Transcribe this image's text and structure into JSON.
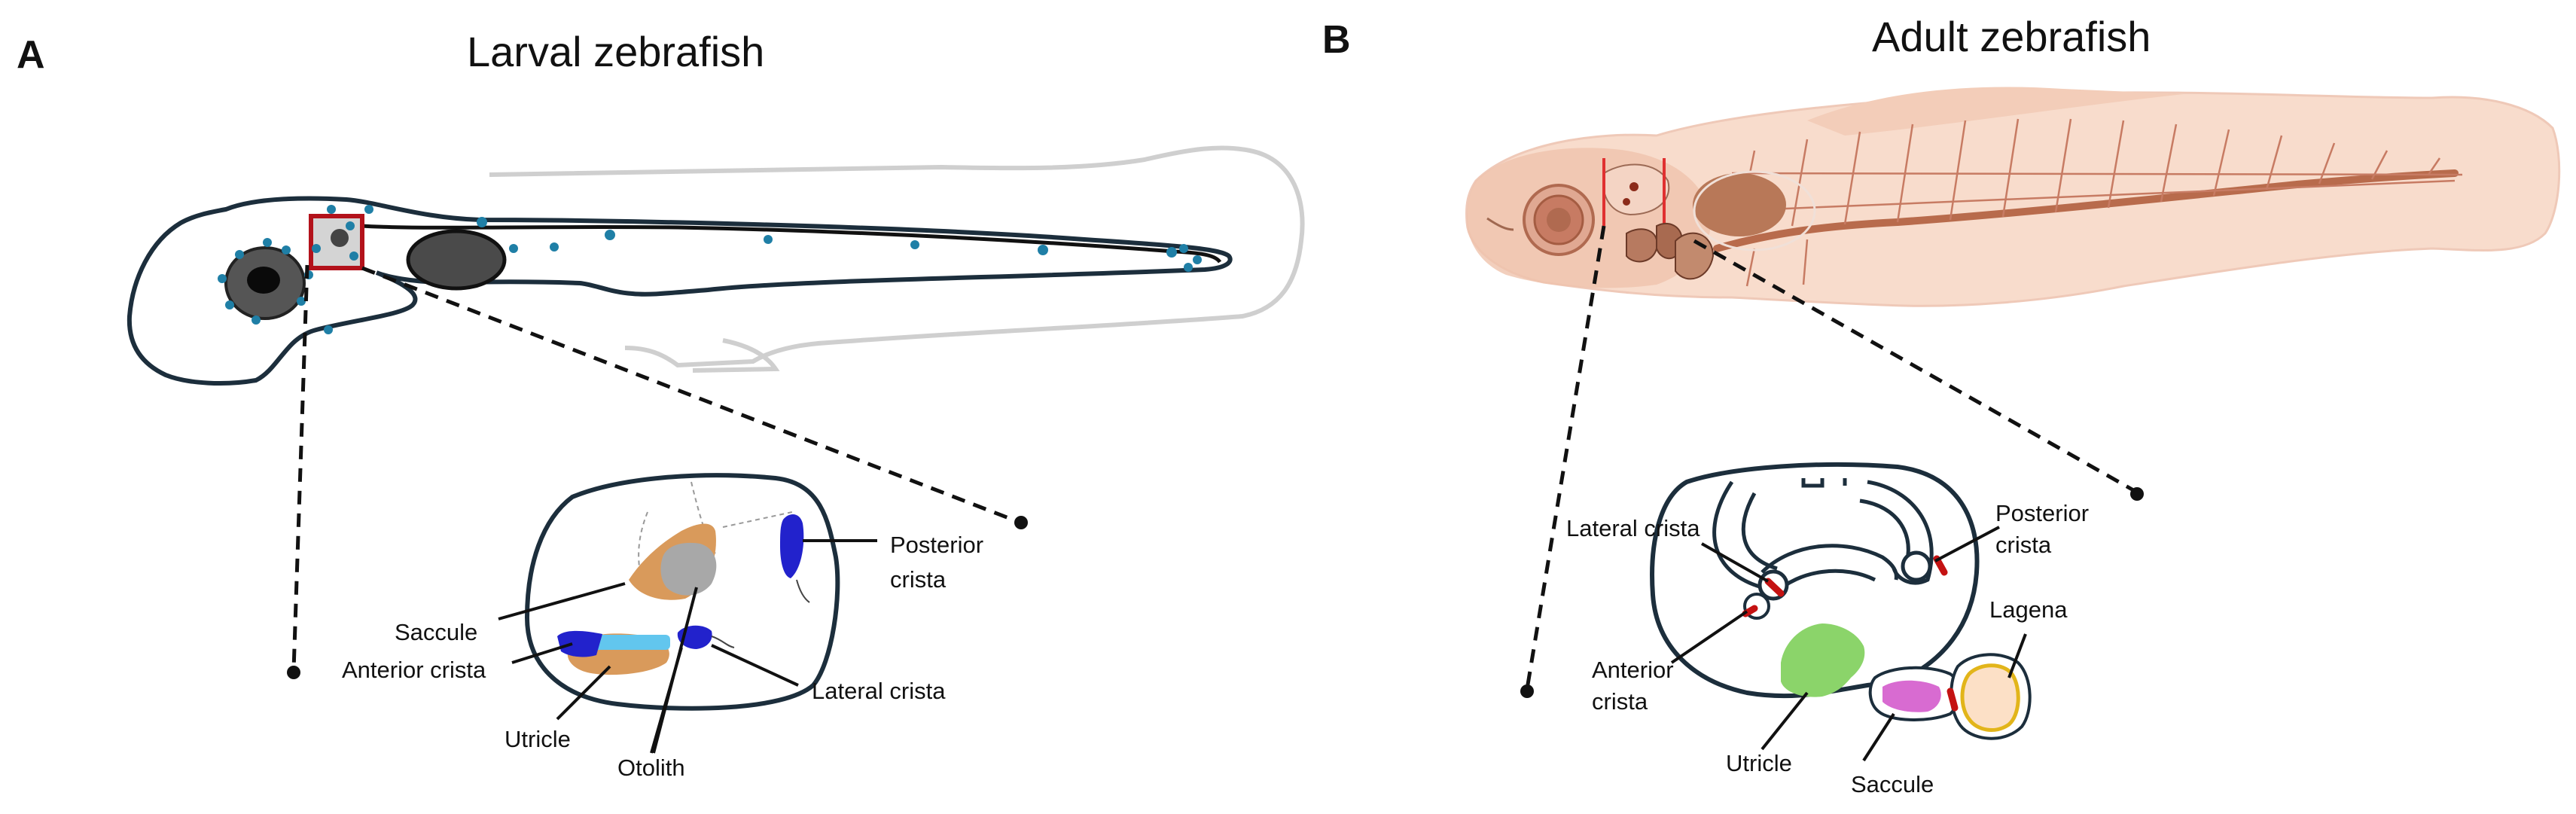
{
  "panel_a": {
    "letter": "A",
    "title": "Larval zebrafish",
    "labels": {
      "posterior_1": "Posterior",
      "posterior_2": "crista",
      "saccule": "Saccule",
      "anterior": "Anterior crista",
      "lateral": "Lateral crista",
      "utricle": "Utricle",
      "otolith": "Otolith"
    }
  },
  "panel_b": {
    "letter": "B",
    "title": "Adult zebrafish",
    "labels": {
      "lateral": "Lateral crista",
      "posterior_1": "Posterior",
      "posterior_2": "crista",
      "lagena": "Lagena",
      "anterior_1": "Anterior",
      "anterior_2": "crista",
      "utricle": "Utricle",
      "saccule": "Saccule"
    }
  },
  "colors": {
    "outline": "#1c2e3c",
    "neuromast": "#1f7fa6",
    "highlight_box": "#b3121b",
    "utricle_orange": "#d99a5b",
    "otolith_gray": "#a8a8a8",
    "crista_blue": "#2222cc",
    "light_blue": "#62c6ee",
    "adult_body": "#f8dccc",
    "adult_ray": "#c77b63",
    "utricle_green": "#8bd46a",
    "saccule_pink": "#d86bd1",
    "lagena_yellow": "#e2b51a",
    "crista_red": "#c41212"
  }
}
